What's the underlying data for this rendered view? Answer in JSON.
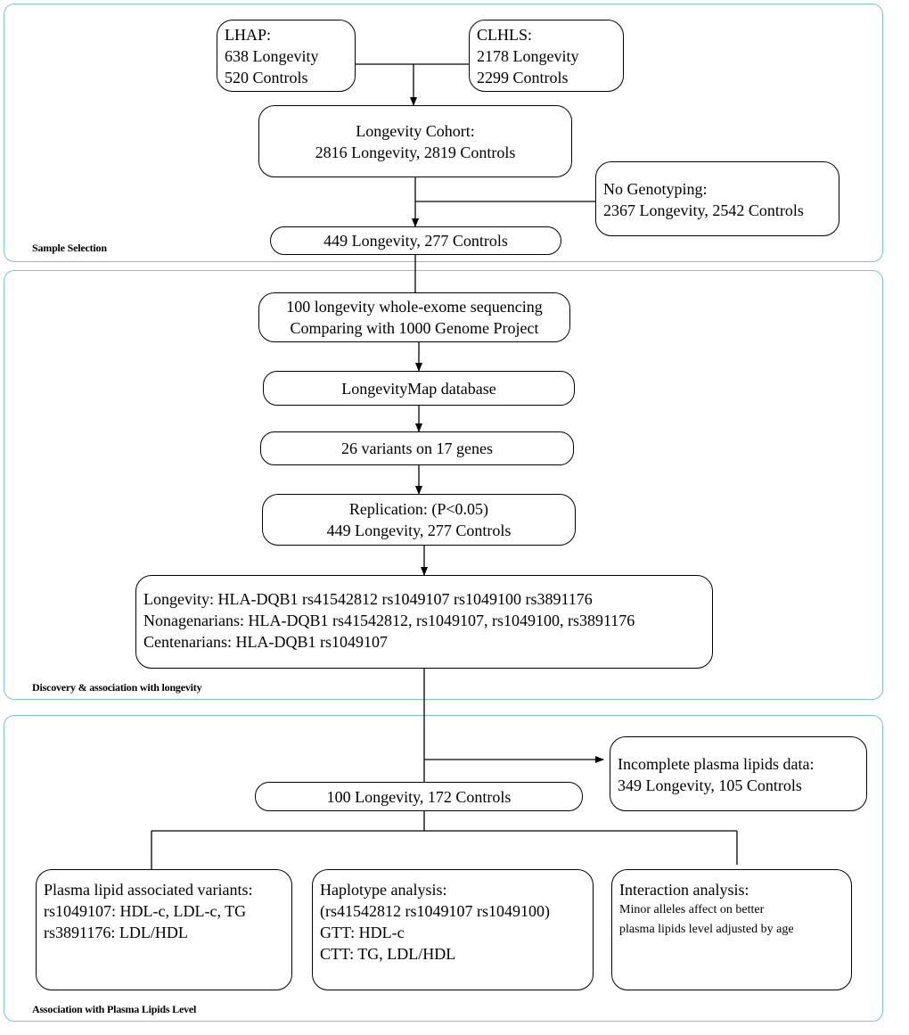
{
  "sections": {
    "sample_selection": "Sample Selection",
    "discovery": "Discovery & association with longevity",
    "association": "Association with Plasma Lipids Level"
  },
  "boxes": {
    "lhap": [
      "LHAP:",
      "638 Longevity",
      "520 Controls"
    ],
    "clhls": [
      "CLHLS:",
      "2178 Longevity",
      "2299 Controls"
    ],
    "cohort": [
      "Longevity Cohort:",
      "2816 Longevity, 2819 Controls"
    ],
    "no_genotyping": [
      "No Genotyping:",
      "2367 Longevity, 2542 Controls"
    ],
    "selected": [
      "449 Longevity, 277 Controls"
    ],
    "wes": [
      "100 longevity whole-exome sequencing",
      "Comparing with 1000 Genome Project"
    ],
    "longevitymap": [
      "LongevityMap database"
    ],
    "variants": [
      "26 variants on 17 genes"
    ],
    "replication": [
      "Replication: (P<0.05)",
      "449 Longevity, 277 Controls"
    ],
    "results": [
      "Longevity: HLA-DQB1 rs41542812 rs1049107 rs1049100 rs3891176",
      "Nonagenarians: HLA-DQB1 rs41542812, rs1049107, rs1049100, rs3891176",
      "Centenarians: HLA-DQB1 rs1049107"
    ],
    "incomplete": [
      "Incomplete plasma lipids data:",
      "349 Longevity, 105 Controls"
    ],
    "lipid_sample": [
      "100 Longevity, 172 Controls"
    ],
    "plasma_variants": [
      "Plasma lipid associated variants:",
      "rs1049107: HDL-c, LDL-c, TG",
      "rs3891176: LDL/HDL"
    ],
    "haplotype": [
      "Haplotype analysis:",
      "(rs41542812 rs1049107 rs1049100)",
      "GTT: HDL-c",
      "CTT: TG, LDL/HDL"
    ],
    "interaction_title": "Interaction analysis:",
    "interaction_body": [
      "Minor alleles affect on better",
      "plasma lipids level adjusted by age"
    ]
  },
  "colors": {
    "section_border": "#7cc4d2",
    "box_border": "#000000"
  }
}
